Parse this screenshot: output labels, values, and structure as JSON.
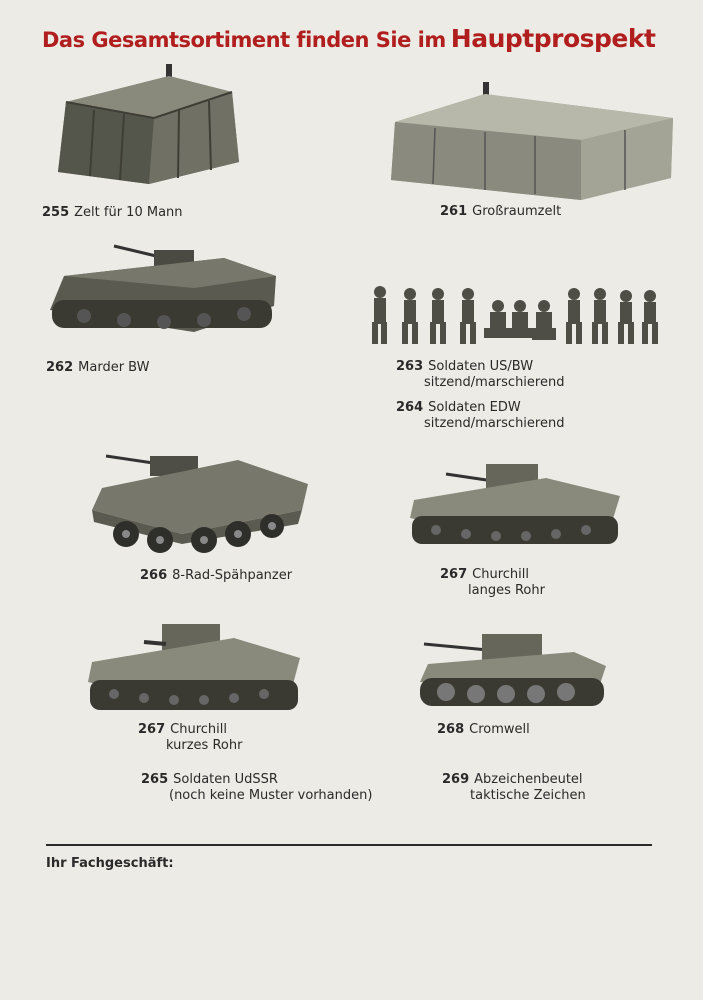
{
  "headline": {
    "part1": "Das Gesamtsortiment finden Sie im",
    "part2": "Hauptprospekt"
  },
  "items": [
    {
      "num": "255",
      "label": "Zelt für 10 Mann",
      "line2": ""
    },
    {
      "num": "261",
      "label": "Großraumzelt",
      "line2": ""
    },
    {
      "num": "262",
      "label": "Marder   BW",
      "line2": ""
    },
    {
      "num": "263",
      "label": "Soldaten US/BW",
      "line2": "sitzend/marschierend"
    },
    {
      "num": "264",
      "label": "Soldaten EDW",
      "line2": "sitzend/marschierend"
    },
    {
      "num": "266",
      "label": "8-Rad-Spähpanzer",
      "line2": ""
    },
    {
      "num": "267",
      "label": "Churchill",
      "line2": "langes Rohr"
    },
    {
      "num": "267",
      "label": "Churchill",
      "line2": "kurzes Rohr"
    },
    {
      "num": "268",
      "label": "Cromwell",
      "line2": ""
    },
    {
      "num": "265",
      "label": "Soldaten   UdSSR",
      "line2": "(noch keine Muster vorhanden)"
    },
    {
      "num": "269",
      "label": "Abzeichenbeutel",
      "line2": "taktische Zeichen"
    }
  ],
  "footer": {
    "dealer_label": "Ihr Fachgeschäft:"
  },
  "colors": {
    "headline": "#b11e1e",
    "paper": "#ecebe5",
    "ink": "#2a2a2a",
    "model": "#5d5d52"
  }
}
